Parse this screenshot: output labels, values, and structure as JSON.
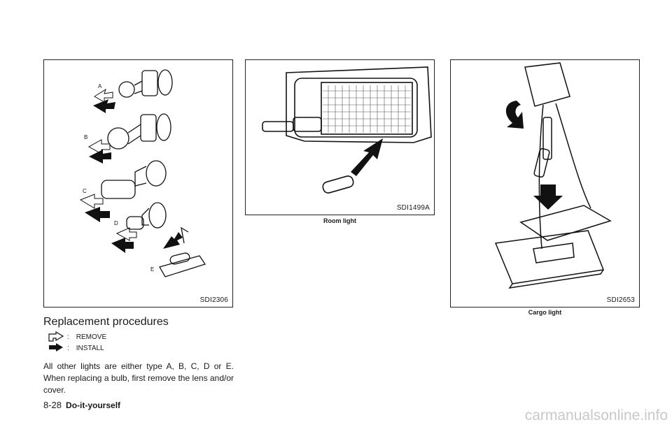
{
  "figures": {
    "bulbs": {
      "code": "SDI2306",
      "labels": [
        "A",
        "B",
        "C",
        "D",
        "E"
      ]
    },
    "room": {
      "code": "SDI1499A",
      "caption": "Room light"
    },
    "cargo": {
      "code": "SDI2653",
      "caption": "Cargo light"
    }
  },
  "section": {
    "heading": "Replacement procedures",
    "legend": [
      {
        "icon": "remove-arrow-icon",
        "label": "REMOVE"
      },
      {
        "icon": "install-arrow-icon",
        "label": "INSTALL"
      }
    ],
    "body": "All other lights are either type A, B, C, D or E. When replacing a bulb, first remove the lens and/or cover."
  },
  "footer": {
    "page_number": "8-28",
    "section_title": "Do-it-yourself"
  },
  "watermark": "carmanualsonline.info"
}
